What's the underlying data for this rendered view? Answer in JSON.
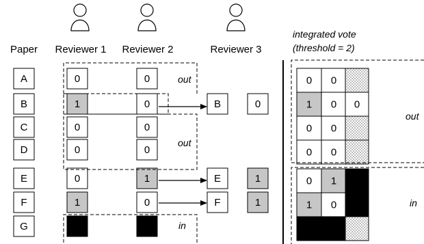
{
  "headers": {
    "paper": "Paper",
    "reviewer1": "Reviewer 1",
    "reviewer2": "Reviewer 2",
    "reviewer3": "Reviewer 3",
    "integrated_line1": "integrated vote",
    "integrated_line2": "(threshold = 2)"
  },
  "papers": [
    "A",
    "B",
    "C",
    "D",
    "E",
    "F",
    "G"
  ],
  "reviewer1_votes": [
    "0",
    "1",
    "0",
    "0",
    "0",
    "1",
    "1"
  ],
  "reviewer2_votes": [
    "0",
    "0",
    "0",
    "0",
    "1",
    "0",
    "1"
  ],
  "reviewer3": {
    "rows": [
      {
        "row": 1,
        "paper": "B",
        "vote": "0"
      },
      {
        "row": 4,
        "paper": "E",
        "vote": "1"
      },
      {
        "row": 5,
        "paper": "F",
        "vote": "1"
      }
    ]
  },
  "group_labels": {
    "out_a": "out",
    "out_cd": "out",
    "in_g": "in"
  },
  "integrated": {
    "rows": [
      [
        "0",
        "0",
        ""
      ],
      [
        "1",
        "0",
        "0"
      ],
      [
        "0",
        "0",
        ""
      ],
      [
        "0",
        "0",
        ""
      ],
      [
        "0",
        "1",
        "1"
      ],
      [
        "1",
        "0",
        "1"
      ],
      [
        "1",
        "1",
        ""
      ]
    ],
    "out_label": "out",
    "in_label": "in"
  },
  "colors": {
    "vote_0": "#ffffff",
    "vote_1_gray": "#c6c6c6",
    "vote_1_black": "#000000",
    "pattern": "#b0b0b0"
  }
}
